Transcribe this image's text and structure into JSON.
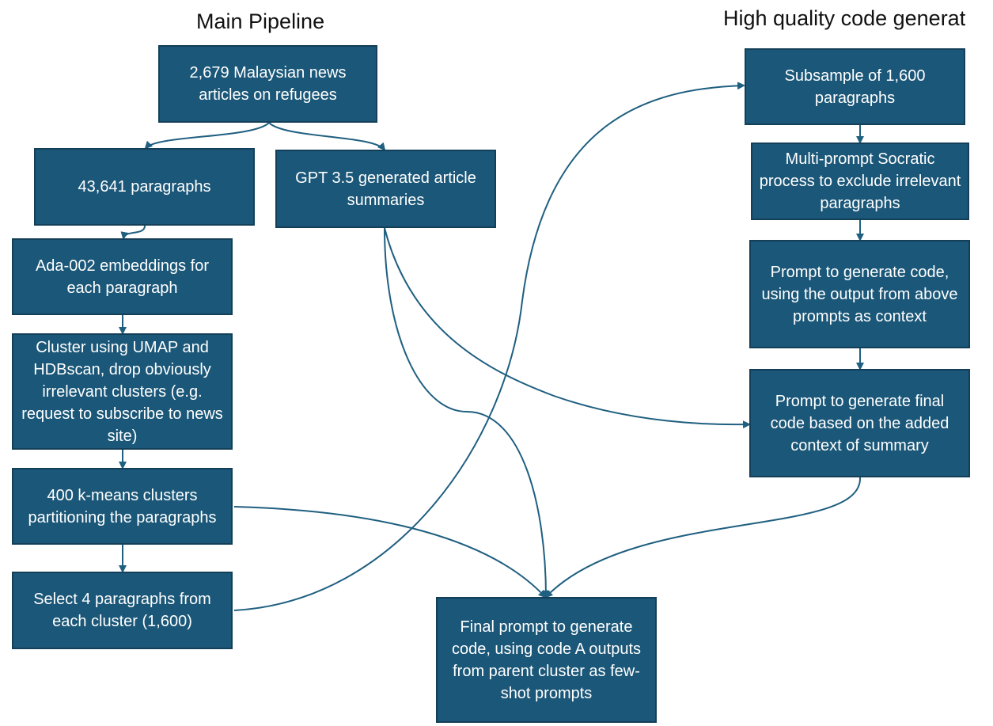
{
  "titles": {
    "main": "Main Pipeline",
    "high_quality": "High quality code generat"
  },
  "nodes": {
    "news_articles": "2,679 Malaysian news articles on refugees",
    "paragraphs": "43,641 paragraphs",
    "summaries": "GPT 3.5 generated article summaries",
    "embeddings": "Ada-002 embeddings for each paragraph",
    "cluster": "Cluster using UMAP and HDBscan, drop obviously irrelevant clusters (e.g. request to subscribe to news site)",
    "kmeans": "400 k-means clusters partitioning the paragraphs",
    "select": "Select 4 paragraphs from each cluster (1,600)",
    "final_prompt": "Final prompt to generate code, using code A outputs from parent cluster as few-shot prompts",
    "subsample": "Subsample of 1,600 paragraphs",
    "socratic": "Multi-prompt Socratic process to exclude irrelevant paragraphs",
    "prompt_generate": "Prompt to generate code, using the output from above prompts as context",
    "prompt_final": "Prompt to generate final code based on the added context of summary"
  },
  "colors": {
    "box_fill": "#1b5778",
    "box_border": "#143f59",
    "arrow": "#1f5f80",
    "text": "#ffffff"
  }
}
